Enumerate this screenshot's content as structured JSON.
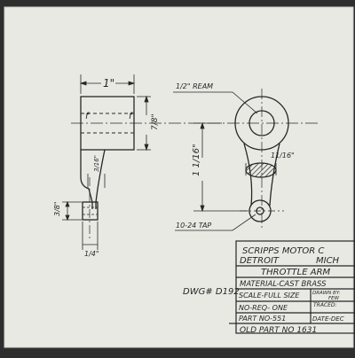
{
  "drawing": {
    "dims": {
      "top_width": "1\"",
      "height_right": "7/8\"",
      "bore_f_left": "f",
      "bore_f_right": "f",
      "neck": "3/16\"",
      "vertical_center": "1 1/16\"",
      "lower_left": "3/8\"",
      "bottom_width": "1/4\"",
      "arm_section": "11/16\""
    },
    "notes": {
      "ream": "1/2\" REAM",
      "tap": "10-24 TAP"
    },
    "dwg_number": "DWG# D192"
  },
  "title_block": {
    "company": "SCRIPPS MOTOR C",
    "city": "DETROIT",
    "state": "MICH",
    "part_name": "THROTTLE ARM",
    "material": "MATERIAL-CAST BRASS",
    "scale": "SCALE-FULL SIZE",
    "drawn_by_label": "DRAWN BY:",
    "drawn_by": "FEW",
    "no_req": "NO-REQ- ONE",
    "traced_label": "TRACED:",
    "part_no": "PART NO-551",
    "date_label": "DATE-DEC",
    "old_part": "OLD PART NO 1631"
  },
  "colors": {
    "paper": "#e9e9e4",
    "ink": "#262626",
    "frame_dark": "#2e2e2e"
  }
}
